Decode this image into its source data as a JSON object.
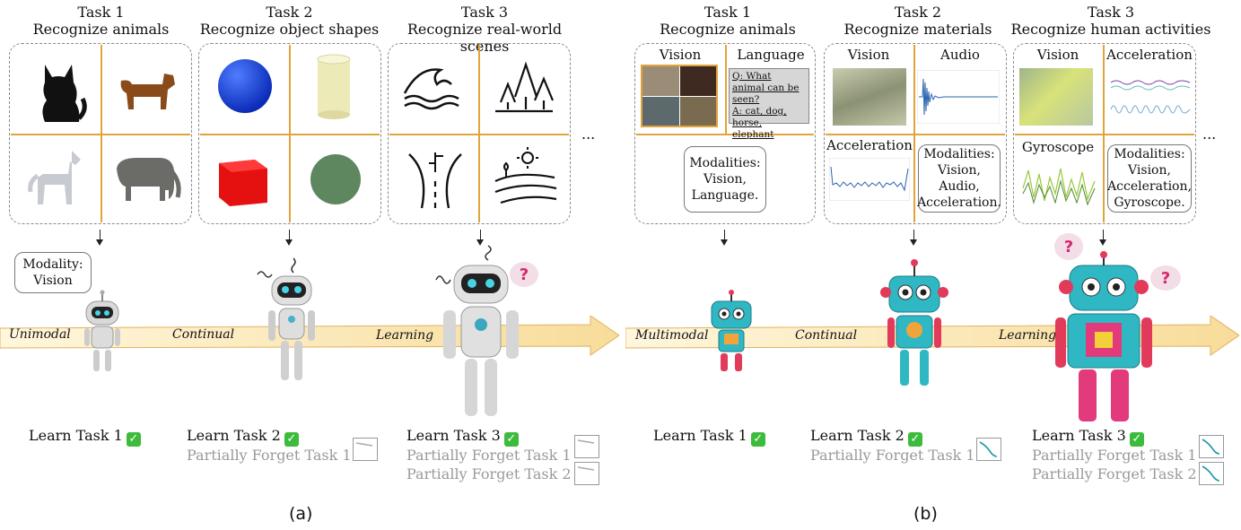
{
  "left": {
    "tasks": [
      {
        "title": "Task 1",
        "subtitle": "Recognize animals"
      },
      {
        "title": "Task 2",
        "subtitle": "Recognize object shapes"
      },
      {
        "title": "Task 3",
        "subtitle": "Recognize real-world scenes"
      }
    ],
    "modality_box": "Modality:\nVision",
    "band_labels": [
      "Unimodal",
      "Continual",
      "Learning"
    ],
    "learn": [
      "Learn Task 1",
      "Learn Task 2",
      "Learn Task 3"
    ],
    "forget_task2": [
      "Partially Forget Task 1"
    ],
    "forget_task3": [
      "Partially Forget Task 1",
      "Partially Forget Task 2"
    ],
    "caption": "(a)",
    "ellipsis": "..."
  },
  "right": {
    "tasks": [
      {
        "title": "Task 1",
        "subtitle": "Recognize animals"
      },
      {
        "title": "Task 2",
        "subtitle": "Recognize materials"
      },
      {
        "title": "Task 3",
        "subtitle": "Recognize human activities"
      }
    ],
    "task1_cells": [
      "Vision",
      "Language"
    ],
    "qa_q": "Q: What animal can be seen?",
    "qa_a": "A: cat, dog, horse, elephant",
    "task1_modalities": "Modalities:\nVision,\nLanguage.",
    "task2_cells": [
      "Vision",
      "Audio",
      "Acceleration"
    ],
    "task2_modalities": "Modalities:\nVision,\nAudio,\nAcceleration.",
    "task3_cells": [
      "Vision",
      "Acceleration",
      "Gyroscope"
    ],
    "task3_modalities": "Modalities:\nVision,\nAcceleration,\nGyroscope.",
    "band_labels": [
      "Multimodal",
      "Continual",
      "Learning"
    ],
    "learn": [
      "Learn Task 1",
      "Learn Task 2",
      "Learn Task 3"
    ],
    "forget_task2": [
      "Partially Forget Task 1"
    ],
    "forget_task3": [
      "Partially Forget Task 1",
      "Partially Forget Task 2"
    ],
    "caption": "(b)",
    "ellipsis": "..."
  },
  "colors": {
    "grid_line": "#e0a43a",
    "band": "#fbe6b4",
    "check": "#3dbb3d",
    "forget_text": "#9a9a9a"
  }
}
